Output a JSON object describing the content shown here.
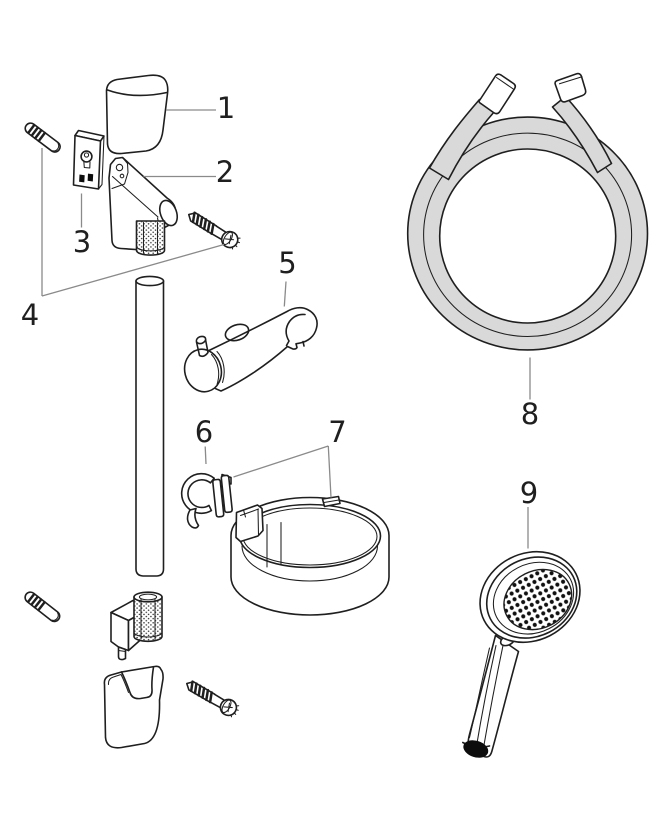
{
  "diagram": {
    "colors": {
      "background": "#ffffff",
      "outline": "#1f1f1f",
      "leader": "#8a8a8a",
      "hose": "#d9d9d9",
      "dark": "#0d0d0d"
    },
    "callouts": [
      {
        "number": "1"
      },
      {
        "number": "2"
      },
      {
        "number": "3"
      },
      {
        "number": "4"
      },
      {
        "number": "5"
      },
      {
        "number": "6"
      },
      {
        "number": "7"
      },
      {
        "number": "8"
      },
      {
        "number": "9"
      }
    ]
  }
}
